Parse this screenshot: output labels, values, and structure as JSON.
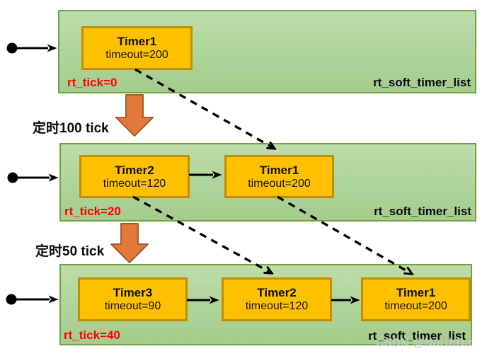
{
  "watermark": "CSDN @NorthDir",
  "colors": {
    "panel_fill_top": "#BDDDA8",
    "panel_fill_bottom": "#A5CC8D",
    "panel_border": "#71A346",
    "timer_box_fill": "#FFC000",
    "timer_box_border": "#BF9000",
    "step_arrow_fill": "#E2793B",
    "step_arrow_border": "#A85B28",
    "tick_text": "#FF0000",
    "line_color": "#000000"
  },
  "steps": [
    {
      "label": "定时100 tick"
    },
    {
      "label": "定时50 tick"
    }
  ],
  "panels": [
    {
      "list_label": "rt_soft_timer_list",
      "tick": "rt_tick=0",
      "timers": [
        {
          "name": "Timer1",
          "timeout": "timeout=200"
        }
      ]
    },
    {
      "list_label": "rt_soft_timer_list",
      "tick": "rt_tick=20",
      "timers": [
        {
          "name": "Timer2",
          "timeout": "timeout=120"
        },
        {
          "name": "Timer1",
          "timeout": "timeout=200"
        }
      ]
    },
    {
      "list_label": "rt_soft_timer_list",
      "tick": "rt_tick=40",
      "timers": [
        {
          "name": "Timer3",
          "timeout": "timeout=90"
        },
        {
          "name": "Timer2",
          "timeout": "timeout=120"
        },
        {
          "name": "Timer1",
          "timeout": "timeout=200"
        }
      ]
    }
  ]
}
